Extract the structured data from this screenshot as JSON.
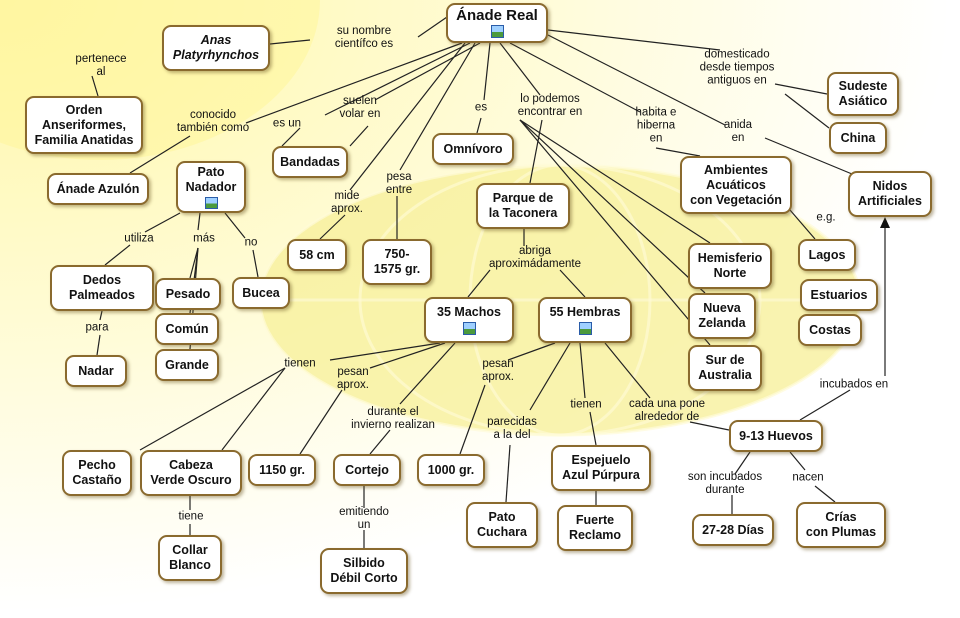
{
  "nodes": {
    "anade_real": "Ánade Real",
    "anas": "Anas\nPlatyrhynchos",
    "orden": "Orden\nAnseriformes,\nFamilia Anatidas",
    "anade_azulon": "Ánade Azulón",
    "pato_nadador": "Pato\nNadador",
    "bandadas": "Bandadas",
    "omnivoro": "Omnívoro",
    "parque": "Parque de\nla Taconera",
    "ambientes": "Ambientes\nAcuáticos\ncon Vegetación",
    "sudeste": "Sudeste\nAsiático",
    "china": "China",
    "nidos": "Nidos\nArtificiales",
    "dedos": "Dedos\nPalmeados",
    "nadar": "Nadar",
    "pesado": "Pesado",
    "comun": "Común",
    "grande": "Grande",
    "bucea": "Bucea",
    "cm58": "58 cm",
    "peso_rango": "750-\n1575 gr.",
    "machos": "35 Machos",
    "hembras": "55 Hembras",
    "hemisferio": "Hemisferio\nNorte",
    "nueva_zelanda": "Nueva\nZelanda",
    "sur_australia": "Sur de\nAustralia",
    "lagos": "Lagos",
    "estuarios": "Estuarios",
    "costas": "Costas",
    "pecho": "Pecho\nCastaño",
    "cabeza": "Cabeza\nVerde Oscuro",
    "collar": "Collar\nBlanco",
    "gr1150": "1150 gr.",
    "cortejo": "Cortejo",
    "silbido": "Silbido\nDébil Corto",
    "gr1000": "1000 gr.",
    "pato_cuchara": "Pato\nCuchara",
    "espejuelo": "Espejuelo\nAzul Púrpura",
    "fuerte_reclamo": "Fuerte\nReclamo",
    "huevos": "9-13 Huevos",
    "dias": "27-28 Días",
    "crias": "Crías\ncon Plumas"
  },
  "links": {
    "su_nombre": "su nombre\ncientífco es",
    "pertenece": "pertenece\nal",
    "conocido": "conocido\ntambién como",
    "es_un": "es un",
    "suelen": "suelen\nvolar en",
    "es": "es",
    "lo_podemos": "lo podemos\nencontrar en",
    "habita": "habita e\nhiberna\nen",
    "domesticado": "domesticado\ndesde tiempos\nantiguos en",
    "anida": "anida\nen",
    "mide": "mide\naprox.",
    "pesa_entre": "pesa\nentre",
    "utiliza": "utiliza",
    "mas": "más",
    "no": "no",
    "para": "para",
    "eg": "e.g.",
    "abriga": "abriga\naproximádamente",
    "tienen_m": "tienen",
    "pesan_m": "pesan\naprox.",
    "durante": "durante el\ninvierno realizan",
    "pesan_h": "pesan\naprox.",
    "parecidas": "parecidas\na la del",
    "tienen_h": "tienen",
    "cada_una": "cada una pone\nalrededor de",
    "incubados_en": "incubados en",
    "tiene": "tiene",
    "emitiendo": "emitiendo\nun",
    "son_incubados": "son incubados\ndurante",
    "nacen": "nacen"
  },
  "colors": {
    "node_border": "#8a6a2e",
    "background_accent": "#fff7a8",
    "ellipse": "#f7ef9a"
  },
  "icons": [
    "image-icon"
  ]
}
